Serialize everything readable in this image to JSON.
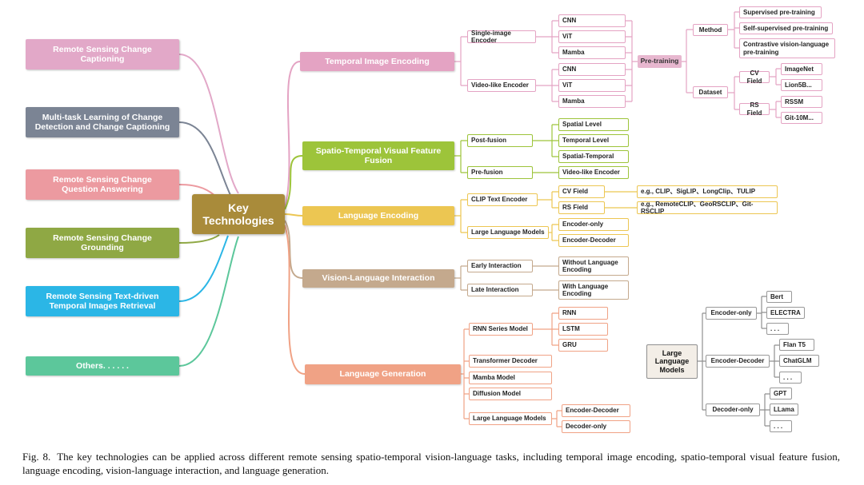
{
  "center": "Key Technologies",
  "tasks": [
    "Remote Sensing Change Captioning",
    "Multi-task Learning of Change Detection and Change Captioning",
    "Remote Sensing Change Question Answering",
    "Remote Sensing Change Grounding",
    "Remote Sensing Text-driven Temporal Images Retrieval",
    "Others. . . . . ."
  ],
  "branches": {
    "temporal_image_encoding": {
      "label": "Temporal Image Encoding",
      "single_image_encoder": "Single-image Encoder",
      "single_items": [
        "CNN",
        "ViT",
        "Mamba"
      ],
      "video_like_encoder": "Video-like Encoder",
      "video_items": [
        "CNN",
        "ViT",
        "Mamba"
      ],
      "pretraining": {
        "label": "Pre-training",
        "method": "Method",
        "method_items": [
          "Supervised pre-training",
          "Self-supervised pre-training",
          "Contrastive vision-language pre-training"
        ],
        "dataset": "Dataset",
        "cv_field": "CV Field",
        "cv_items": [
          "ImageNet",
          "Lion5B..."
        ],
        "rs_field": "RS Field",
        "rs_items": [
          "RSSM",
          "Git-10M..."
        ]
      }
    },
    "fusion": {
      "label": "Spatio-Temporal Visual Feature Fusion",
      "post_fusion": "Post-fusion",
      "post_items": [
        "Spatial Level",
        "Temporal Level",
        "Spatial-Temporal"
      ],
      "pre_fusion": "Pre-fusion",
      "pre_items": [
        "Video-like Encoder"
      ]
    },
    "language_encoding": {
      "label": "Language Encoding",
      "clip": "CLIP Text Encoder",
      "cv_field": "CV Field",
      "cv_examples": "e.g., CLIP、SigLIP、LongClip、TULIP",
      "rs_field": "RS Field",
      "rs_examples": "e.g., RemoteCLIP、GeoRSCLIP、Git-RSCLIP",
      "llm": "Large Language Models",
      "llm_items": [
        "Encoder-only",
        "Encoder-Decoder"
      ]
    },
    "interaction": {
      "label": "Vision-Language Interaction",
      "early": "Early Interaction",
      "early_item": "Without Language Encoding",
      "late": "Late Interaction",
      "late_item": "With Language Encoding"
    },
    "generation": {
      "label": "Language Generation",
      "rnn": "RNN Series Model",
      "rnn_items": [
        "RNN",
        "LSTM",
        "GRU"
      ],
      "transformer": "Transformer Decoder",
      "mamba": "Mamba Model",
      "diffusion": "Diffusion Model",
      "llm": "Large Language Models",
      "llm_items": [
        "Encoder-Decoder",
        "Decoder-only"
      ]
    }
  },
  "llm_tree": {
    "label": "Large Language Models",
    "encoder_only": "Encoder-only",
    "encoder_only_items": [
      "Bert",
      "ELECTRA",
      ". . ."
    ],
    "encoder_decoder": "Encoder-Decoder",
    "encoder_decoder_items": [
      "Flan T5",
      "ChatGLM",
      ". . ."
    ],
    "decoder_only": "Decoder-only",
    "decoder_only_items": [
      "GPT",
      "LLama",
      ". . ."
    ]
  },
  "caption": {
    "label": "Fig. 8.",
    "text": "The key technologies can be applied across different remote sensing spatio-temporal vision-language tasks, including temporal image encoding, spatio-temporal visual feature fusion, language encoding, vision-language interaction, and language generation."
  },
  "colors": {
    "task_pink": "#e2a8c8",
    "task_slate": "#7b8494",
    "task_rose": "#ec9aa0",
    "task_olive": "#8fa844",
    "task_cyan": "#2bb6e6",
    "task_teal": "#5cc79b",
    "center": "#a98b3a",
    "branch_pink": "#e4a3c3",
    "branch_green": "#9dc43a",
    "branch_yellow": "#ecc652",
    "branch_tan": "#c4a98d",
    "branch_salmon": "#f0a285",
    "llm_gray": "#8f8f8f"
  }
}
